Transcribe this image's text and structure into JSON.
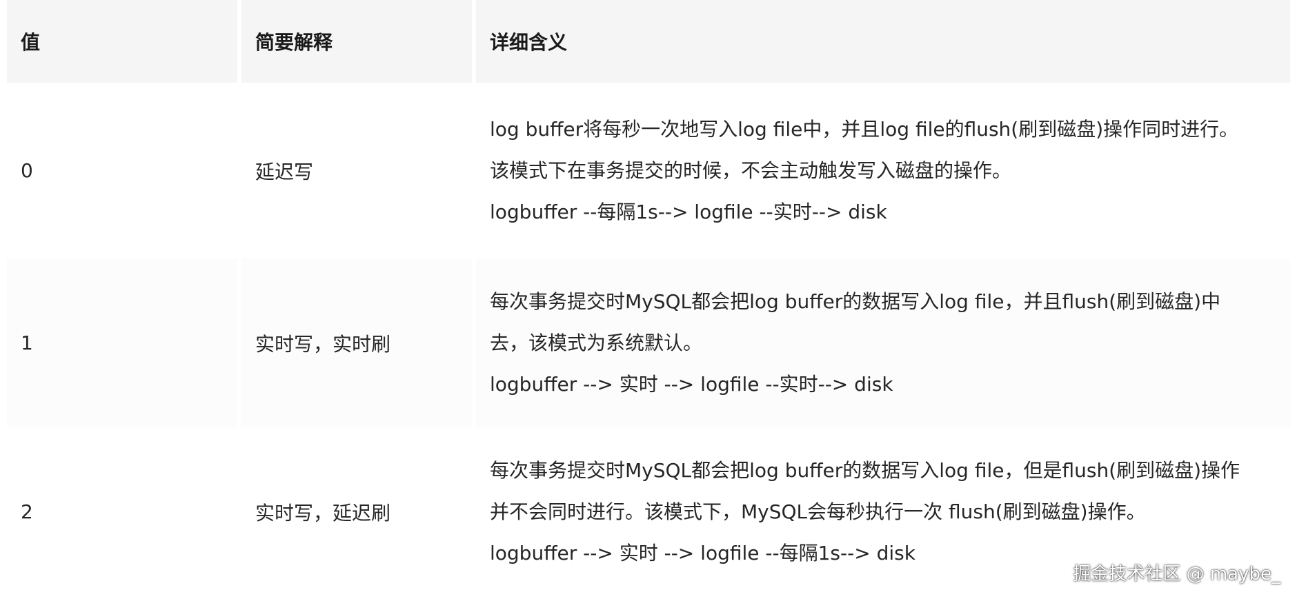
{
  "table": {
    "headers": [
      "值",
      "简要解释",
      "详细含义"
    ],
    "rows": [
      {
        "value": "0",
        "brief": "延迟写",
        "detail": [
          "log buffer将每秒一次地写入log file中，并且log file的flush(刷到磁盘)操作同时进行。",
          "该模式下在事务提交的时候，不会主动触发写入磁盘的操作。",
          "logbuffer --每隔1s--> logfile --实时--> disk"
        ]
      },
      {
        "value": "1",
        "brief": "实时写，实时刷",
        "detail": [
          "每次事务提交时MySQL都会把log buffer的数据写入log file，并且flush(刷到磁盘)中",
          "去，该模式为系统默认。",
          "logbuffer --> 实时 --> logfile --实时--> disk"
        ]
      },
      {
        "value": "2",
        "brief": "实时写，延迟刷",
        "detail": [
          "每次事务提交时MySQL都会把log buffer的数据写入log file，但是flush(刷到磁盘)操作",
          "并不会同时进行。该模式下，MySQL会每秒执行一次 flush(刷到磁盘)操作。",
          "logbuffer --> 实时 --> logfile --每隔1s--> disk"
        ]
      }
    ]
  },
  "watermark": "掘金技术社区 @ maybe_"
}
